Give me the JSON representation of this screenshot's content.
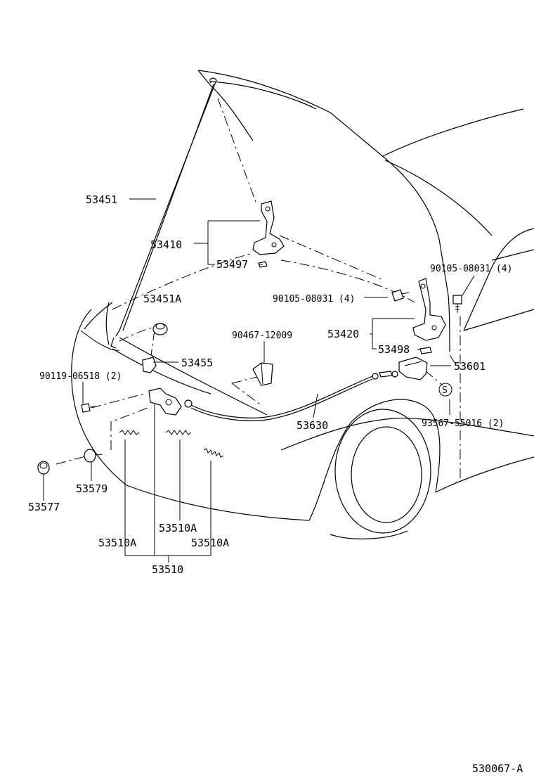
{
  "labels": {
    "p53451": "53451",
    "p53410": "53410",
    "p53497": "53497",
    "p53451A": "53451A",
    "p90105_left": "90105-08031 (4)",
    "p90105_right": "90105-08031 (4)",
    "p90467": "90467-12009",
    "p53420": "53420",
    "p53498": "53498",
    "p90119": "90119-06518 (2)",
    "p53455": "53455",
    "p53601": "53601",
    "p53630": "53630",
    "p93567": "93567-55016 (2)",
    "p53579": "53579",
    "p53577": "53577",
    "p53510A_mid": "53510A",
    "p53510A_left": "53510A",
    "p53510A_right": "53510A",
    "p53510": "53510",
    "s_mark": "S",
    "figure_code": "530067-A"
  }
}
